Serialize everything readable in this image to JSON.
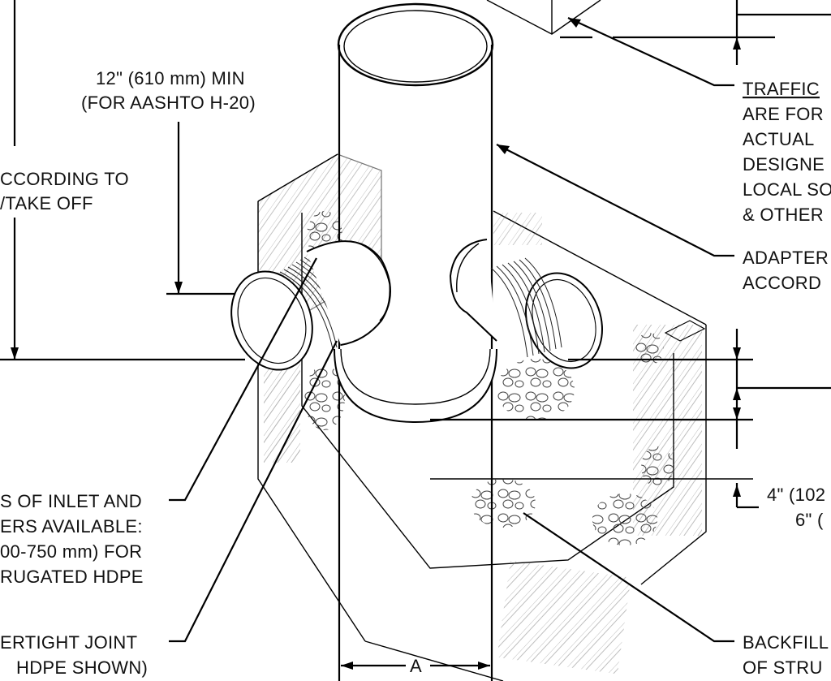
{
  "labels": {
    "cover_min_line1": "12\" (610 mm) MIN",
    "cover_min_line2": "(FOR AASHTO H-20)",
    "according_line1": "CCORDING TO",
    "according_line2": "/TAKE OFF",
    "traffic_line1": "TRAFFIC",
    "traffic_line2": "ARE FOR",
    "traffic_line3": "ACTUAL",
    "traffic_line4": "DESIGNE",
    "traffic_line5": "LOCAL SO",
    "traffic_line6": "& OTHER",
    "adapter_line1": "ADAPTER",
    "adapter_line2": "ACCORD",
    "sizes_line1": "S OF INLET AND",
    "sizes_line2": "ERS AVAILABLE:",
    "sizes_line3": "00-750 mm) FOR",
    "sizes_line4": "RUGATED HDPE",
    "joint_line1": "ERTIGHT JOINT",
    "joint_line2": "HDPE SHOWN)",
    "bedding_line1": "4\" (102",
    "bedding_line2": "6\" (",
    "backfill_line1": "BACKFILL",
    "backfill_line2": "OF STRU",
    "dim_a": "A"
  }
}
